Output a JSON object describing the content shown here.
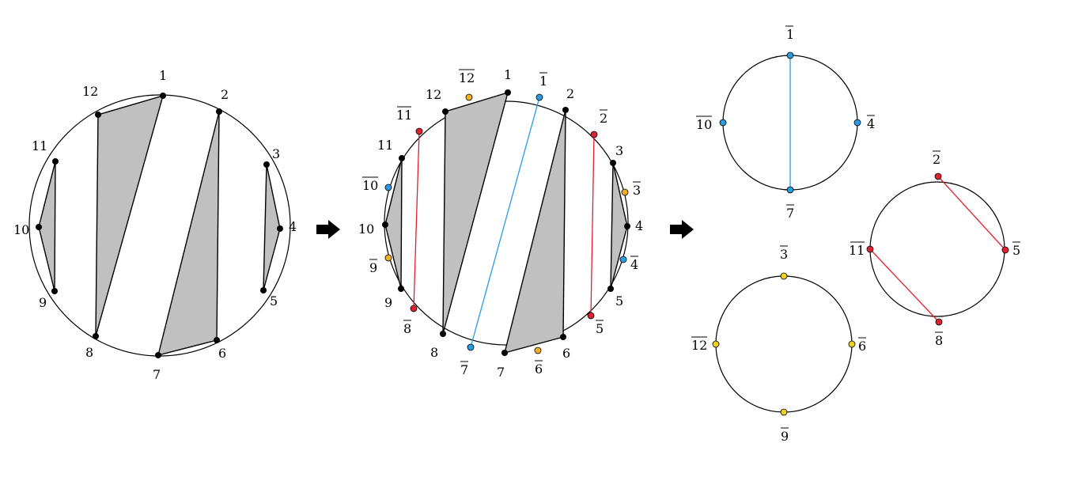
{
  "colors": {
    "shade": "#c0c0c0",
    "black": "#000000",
    "blue": "#2a9be0",
    "red": "#e02030",
    "yellow": "#f0d020",
    "orange": "#f0b020"
  },
  "figure1": {
    "labels": [
      "1",
      "2",
      "3",
      "4",
      "5",
      "6",
      "7",
      "8",
      "9",
      "10",
      "11",
      "12"
    ],
    "polygons": [
      [
        "11",
        "10",
        "9"
      ],
      [
        "12",
        "1",
        "8"
      ],
      [
        "2",
        "7",
        "6"
      ],
      [
        "3",
        "4",
        "5"
      ]
    ]
  },
  "figure2": {
    "labels": [
      "1",
      "2",
      "3",
      "4",
      "5",
      "6",
      "7",
      "8",
      "9",
      "10",
      "11",
      "12"
    ],
    "bar_labels": [
      "1",
      "2",
      "3",
      "4",
      "5",
      "6",
      "7",
      "8",
      "9",
      "10",
      "11",
      "12"
    ],
    "bar_colors": {
      "1": "blue",
      "2": "red",
      "3": "orange",
      "4": "blue",
      "5": "red",
      "6": "orange",
      "7": "blue",
      "8": "red",
      "9": "orange",
      "10": "blue",
      "11": "red",
      "12": "orange"
    },
    "chords": [
      [
        "1",
        "7",
        "blue"
      ],
      [
        "2",
        "5",
        "red"
      ],
      [
        "11",
        "8",
        "red"
      ]
    ]
  },
  "blue_circle": {
    "labels": [
      "1",
      "4",
      "7",
      "10"
    ],
    "chords": [
      [
        "1",
        "7"
      ]
    ]
  },
  "red_circle": {
    "labels": [
      "2",
      "5",
      "8",
      "11"
    ],
    "chords": [
      [
        "2",
        "5"
      ],
      [
        "11",
        "8"
      ]
    ]
  },
  "yellow_circle": {
    "labels": [
      "3",
      "6",
      "9",
      "12"
    ],
    "chords": []
  }
}
